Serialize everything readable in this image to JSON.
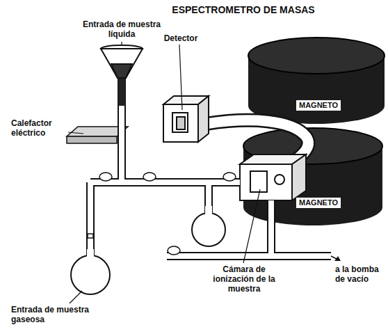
{
  "diagram": {
    "title": "ESPECTROMETRO DE MASAS",
    "labels": [
      "Entrada de muestra líquida",
      "Detector",
      "Calefactor eléctrico",
      "MAGNETO",
      "MAGNETO",
      "Entrada de muestra gaseosa",
      "Cámara de ionización de la muestra",
      "a la bomba de vacío"
    ]
  }
}
